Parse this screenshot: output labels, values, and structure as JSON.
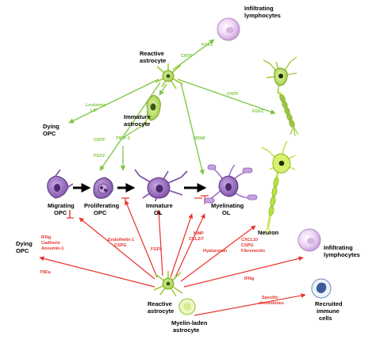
{
  "labels": {
    "infiltrating_top": [
      "Infiltrating",
      "lymphocytes"
    ],
    "reactive_top": [
      "Reactive",
      "astrocyte"
    ],
    "immature_astro": [
      "Immature",
      "astrocyte"
    ],
    "dying_opc_top": [
      "Dying",
      "OPC"
    ],
    "migrating_opc": [
      "Migrating",
      "OPC"
    ],
    "proliferating_opc": [
      "Proliferating",
      "OPC"
    ],
    "immature_ol": [
      "Immature",
      "OL"
    ],
    "myelinating_ol": [
      "Myelinating",
      "OL"
    ],
    "neuron": "Neuron",
    "dying_opc_bottom": [
      "Dying",
      "OPC"
    ],
    "infiltrating_bottom": [
      "Infiltrating",
      "lymphocytes"
    ],
    "reactive_bottom": [
      "Reactive",
      "astrocyte"
    ],
    "recruited": [
      "Recruited",
      "immune",
      "cells"
    ],
    "myelin_laden": [
      "Myelin-laden",
      "astrocyte"
    ]
  },
  "green_factors": {
    "cntf_lymph": "CNTF",
    "fgf2_lymph": "FGF2",
    "cntf_neuron": "CNTF",
    "fgf2_neuron": "FGF2",
    "leukemia": [
      "Leukemia",
      "LIF"
    ],
    "cntf_left": "CNTF",
    "fgf2_left": "FGF2",
    "timp1": "TIMP-1",
    "bdnf": "BDNF"
  },
  "red_factors": {
    "ifng_group": [
      "IFNg",
      "Cadherin",
      "Anosmin-1"
    ],
    "endothelin": [
      "Endothelin-1",
      "CSPG"
    ],
    "fgf9": "FGF9",
    "mmp": [
      "MMP",
      "CCL2/7"
    ],
    "hyaluronan": "Hyaluronan",
    "cxcl10": [
      "CXCL10",
      "CSPG",
      "Fibronectin"
    ],
    "tnfa": "TNFa",
    "ifng_right": "IFNg",
    "chemokines": [
      "Specific",
      "chemokines"
    ]
  },
  "colors": {
    "green": "#7cc540",
    "red": "#e8332c",
    "opc": "#9b6fc0",
    "lymph": "#e3c7ee",
    "neuron_green": "#b7e33a"
  }
}
